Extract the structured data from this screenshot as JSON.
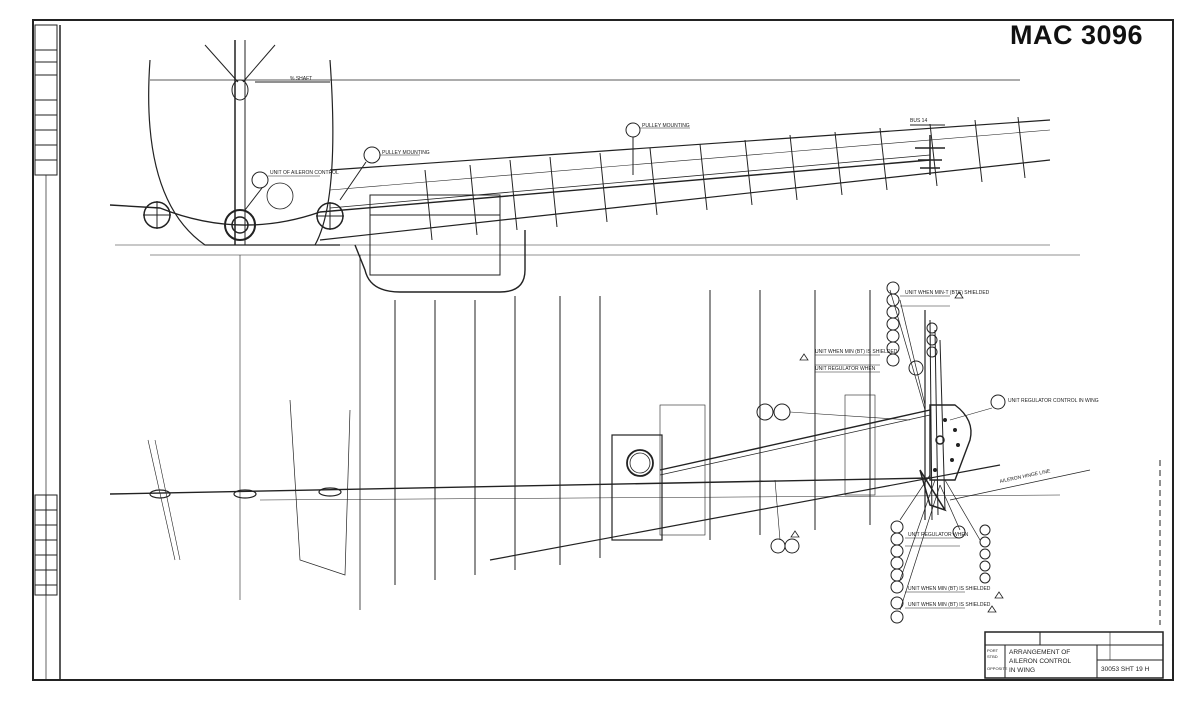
{
  "drawing": {
    "identifier": "MAC 3096"
  },
  "title_block": {
    "title_line1": "ARRANGEMENT OF",
    "title_line2": "AILERON CONTROL",
    "title_line3": "IN WING",
    "drawing_number": "30053 SHT 19 H",
    "side_labels": [
      "PORT",
      "STBD",
      "OPPOSITE"
    ]
  },
  "callouts": {
    "pulley_mounting_upper": "PULLEY MOUNTING",
    "pulley_mounting_top": "PULLEY MOUNTING",
    "unit_aileron_control": "UNIT OF AILERON CONTROL",
    "shaft_label": "% SHAFT",
    "unit_regulator": "UNIT REGULATOR CONTROL IN WING",
    "bus_label": "BUS 14",
    "aileron_hinge": "AILERON HINGE LINE",
    "cable_note_1": "UNIT WHEN MIN-T (BTS) SHIELDED",
    "cable_note_2": "UNIT WHEN MIN (BT) IS SHIELDED",
    "cable_note_3": "UNIT WHEN MIN (BT) IS SHIELDED",
    "cable_note_4": "UNIT WHEN MIN (BT) IS SHIELDED",
    "cable_note_5": "UNIT REGULATOR WHEN",
    "cable_note_6": "UNIT REGULATOR WHEN"
  }
}
